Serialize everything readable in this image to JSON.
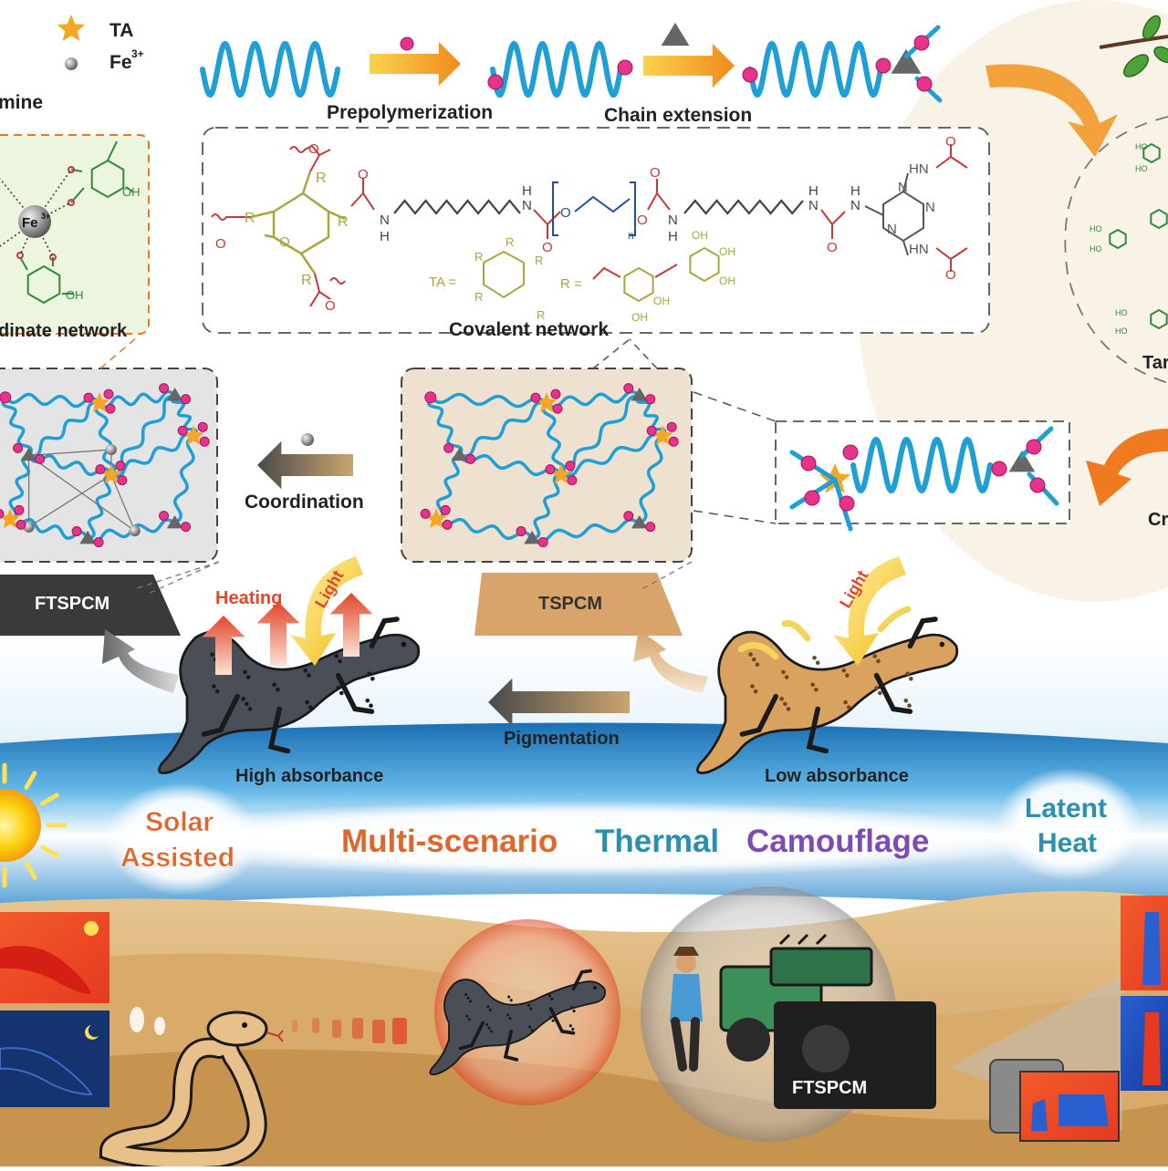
{
  "legend": {
    "ta_label": "TA",
    "fe_label": "Fe",
    "fe_charge": "3+",
    "amine_partial": "mine"
  },
  "top_process": {
    "step1": "Prepolymerization",
    "step2": "Chain extension"
  },
  "coordinate_box": {
    "fe_atom": "Fe",
    "fe_charge": "3+",
    "oh_top": "OH",
    "oh_bottom": "OH",
    "label_partial": "dinate network"
  },
  "covalent_box": {
    "title": "Covalent network",
    "r_atom": "R",
    "o_atom": "O",
    "n_atom": "N",
    "h_atom": "H",
    "hn_atom": "HN",
    "n_sub": "n",
    "ta_eq": "TA =",
    "r_eq": "R =",
    "oh": "OH",
    "oh_rot": "O"
  },
  "right_panel": {
    "tannin_partial": "Tar",
    "ho": "HO",
    "crosslink_partial": "Cr"
  },
  "middle": {
    "coordination": "Coordination",
    "ftspcm": "FTSPCM",
    "tspcm": "TSPCM",
    "heating": "Heating",
    "light": "Light",
    "pigmentation": "Pigmentation",
    "high_absorbance": "High absorbance",
    "low_absorbance": "Low absorbance"
  },
  "banner": {
    "solar_line1": "Solar",
    "solar_line2": "Assisted",
    "title_word1": "Multi-scenario",
    "title_word2": "Thermal",
    "title_word3": "Camouflage",
    "latent_line1": "Latent",
    "latent_line2": "Heat"
  },
  "bottom": {
    "car_label": "FTSPCM"
  },
  "colors": {
    "chain_blue": "#1e9fd6",
    "node_pink": "#e8338a",
    "star_orange": "#f5a623",
    "covalent_olive": "#a8a83a",
    "covalent_red": "#c23a3a",
    "phenol_green": "#2e8b3a",
    "tspcm_tan": "#d9a46b",
    "ftspcm_dark": "#3a3a3a",
    "heat_red": "#e0472b",
    "light_yellow": "#f6c521",
    "sand": "#d8b27c",
    "title_orange": "#e0672a",
    "title_teal": "#2b8fb0",
    "title_purple": "#7d4bb5"
  }
}
